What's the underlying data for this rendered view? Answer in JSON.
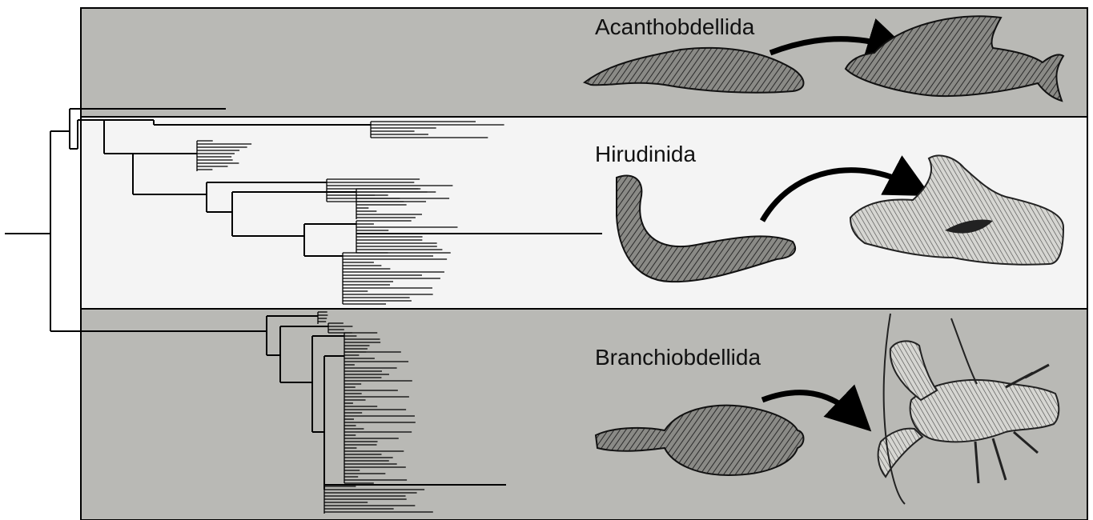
{
  "bands": [
    {
      "label": "Acanthobdellida",
      "fill": "#b9b9b5"
    },
    {
      "label": "Hirudinida",
      "fill": "#f4f4f4"
    },
    {
      "label": "Branchiobdellida",
      "fill": "#b9b9b5"
    }
  ],
  "illustrations": [
    {
      "name": "acanthobdellid-leech-illustration",
      "host": "grayling-fish-illustration"
    },
    {
      "name": "medicinal-leech-illustration",
      "host": "human-hand-illustration"
    },
    {
      "name": "branchiobdellid-worm-illustration",
      "host": "crayfish-illustration"
    }
  ],
  "colors": {
    "band_dark": "#b9b9b5",
    "band_light": "#f4f4f4",
    "ink": "#000000"
  }
}
